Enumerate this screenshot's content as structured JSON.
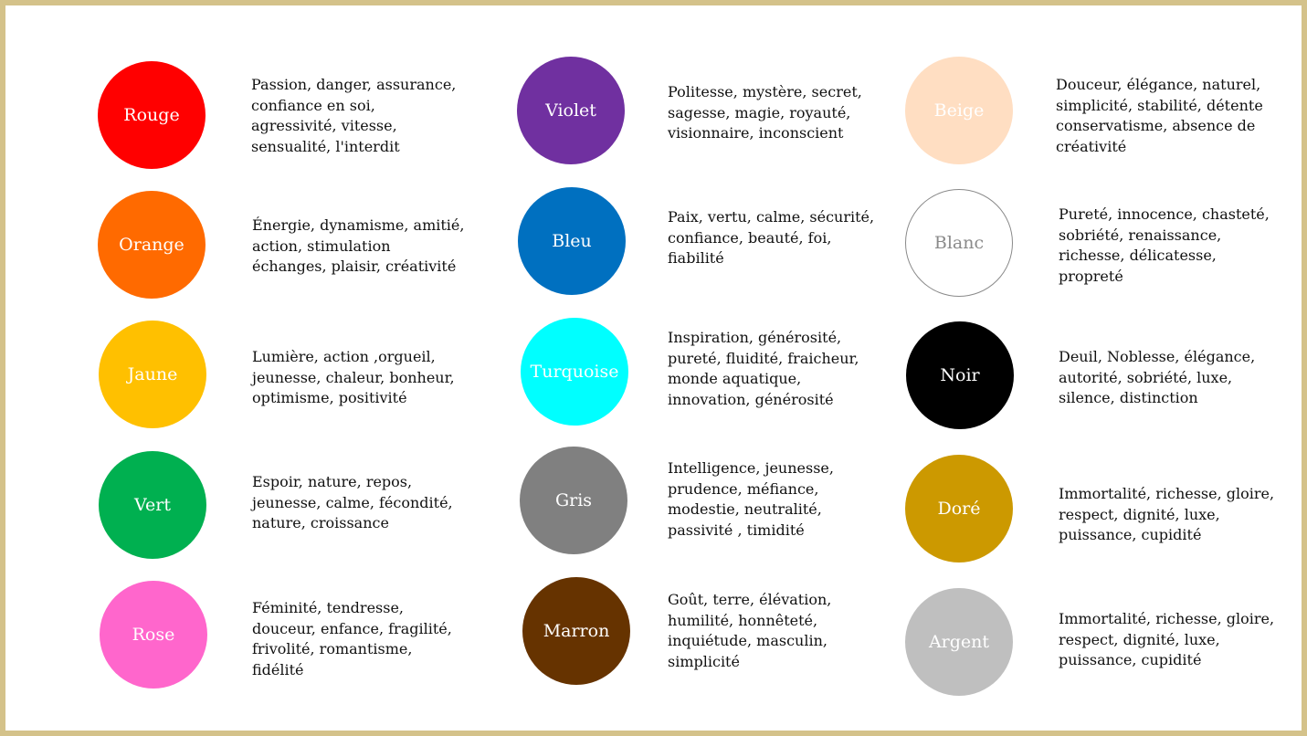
{
  "colors": [
    {
      "key": "rouge",
      "name": "Rouge",
      "fill": "#ff0000",
      "text_color": "#ffffff",
      "border": "none",
      "description": "Passion, danger, assurance,\nconfiance en soi,\nagressivité, vitesse,\nsensualité, l'interdit"
    },
    {
      "key": "orange",
      "name": "Orange",
      "fill": "#ff6a00",
      "text_color": "#ffffff",
      "border": "none",
      "description": "Énergie, dynamisme, amitié,\naction, stimulation\néchanges, plaisir, créativité"
    },
    {
      "key": "jaune",
      "name": "Jaune",
      "fill": "#ffc000",
      "text_color": "#ffffff",
      "border": "none",
      "description": "Lumière, action ,orgueil,\njeunesse, chaleur, bonheur,\noptimisme, positivité"
    },
    {
      "key": "vert",
      "name": "Vert",
      "fill": "#00b050",
      "text_color": "#ffffff",
      "border": "none",
      "description": "Espoir, nature, repos,\njeunesse, calme, fécondité,\nnature, croissance"
    },
    {
      "key": "rose",
      "name": "Rose",
      "fill": "#ff66cc",
      "text_color": "#ffffff",
      "border": "none",
      "description": "Féminité, tendresse,\ndouceur, enfance, fragilité,\nfrivolité, romantisme,\nfidélité"
    },
    {
      "key": "violet",
      "name": "Violet",
      "fill": "#7030a0",
      "text_color": "#ffffff",
      "border": "none",
      "description": "Politesse, mystère, secret,\nsagesse, magie, royauté,\nvisionnaire, inconscient"
    },
    {
      "key": "bleu",
      "name": "Bleu",
      "fill": "#0070c0",
      "text_color": "#ffffff",
      "border": "none",
      "description": "Paix, vertu, calme, sécurité,\nconfiance, beauté, foi,\nfiabilité"
    },
    {
      "key": "turquoise",
      "name": "Turquoise",
      "fill": "#00ffff",
      "text_color": "#ffffff",
      "border": "none",
      "description": "Inspiration, générosité,\npureté, fluidité, fraicheur,\nmonde aquatique,\ninnovation, générosité"
    },
    {
      "key": "gris",
      "name": "Gris",
      "fill": "#808080",
      "text_color": "#ffffff",
      "border": "none",
      "description": "Intelligence, jeunesse,\nprudence, méfiance,\nmodestie, neutralité,\npassivité , timidité"
    },
    {
      "key": "marron",
      "name": "Marron",
      "fill": "#663300",
      "text_color": "#ffffff",
      "border": "none",
      "description": "Goût, terre, élévation,\nhumilité, honnêteté,\ninquiétude, masculin,\nsimplicité"
    },
    {
      "key": "beige",
      "name": "Beige",
      "fill": "#ffdec2",
      "text_color": "#ffffff",
      "border": "none",
      "description": "Douceur, élégance, naturel,\nsimplicité, stabilité, détente\nconservatisme, absence de\ncréativité"
    },
    {
      "key": "blanc",
      "name": "Blanc",
      "fill": "#ffffff",
      "text_color": "#8a8a8a",
      "border": "#8a8a8a",
      "description": "Pureté, innocence, chasteté,\nsobriété, renaissance,\nrichesse, délicatesse,\npropreté"
    },
    {
      "key": "noir",
      "name": "Noir",
      "fill": "#000000",
      "text_color": "#ffffff",
      "border": "none",
      "description": "Deuil, Noblesse, élégance,\nautorité, sobriété, luxe,\nsilence, distinction"
    },
    {
      "key": "dore",
      "name": "Doré",
      "fill": "#cc9900",
      "text_color": "#ffffff",
      "border": "none",
      "description": "Immortalité, richesse, gloire,\nrespect, dignité, luxe,\npuissance, cupidité"
    },
    {
      "key": "argent",
      "name": "Argent",
      "fill": "#bfbfbf",
      "text_color": "#ffffff",
      "border": "none",
      "description": "Immortalité, richesse, gloire,\nrespect, dignité, luxe,\npuissance, cupidité"
    }
  ]
}
